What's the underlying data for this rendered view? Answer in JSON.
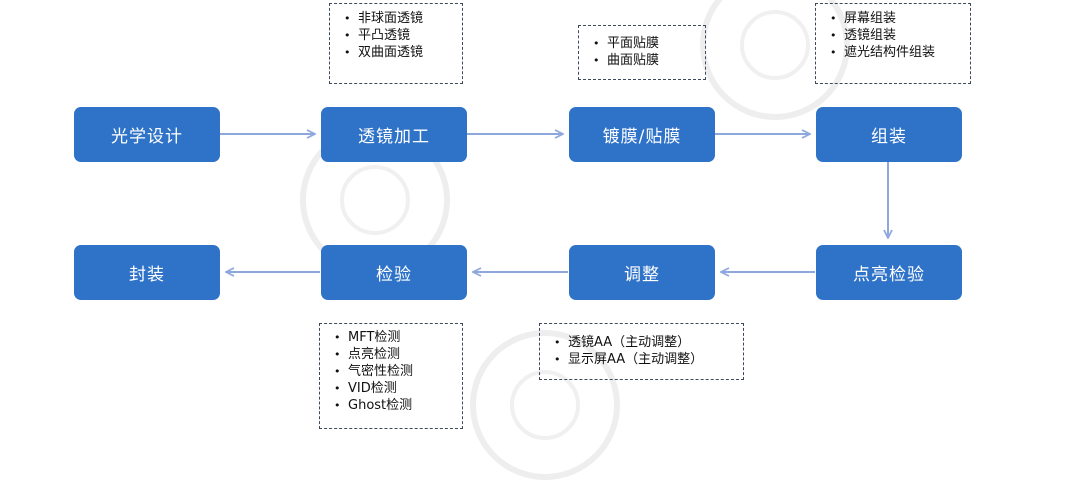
{
  "steps": {
    "optical_design": "光学设计",
    "lens_processing": "透镜加工",
    "coating": "镀膜/贴膜",
    "assembly": "组装",
    "light_test": "点亮检验",
    "adjust": "调整",
    "inspect": "检验",
    "package": "封装"
  },
  "notes": {
    "lens_types": [
      "非球面透镜",
      "平凸透镜",
      "双曲面透镜"
    ],
    "film_types": [
      "平面贴膜",
      "曲面贴膜"
    ],
    "assembly_types": [
      "屏幕组装",
      "透镜组装",
      "遮光结构件组装"
    ],
    "adjust_types": [
      "透镜AA（主动调整）",
      "显示屏AA（主动调整）"
    ],
    "inspect_types": [
      "MFT检测",
      "点亮检测",
      "气密性检测",
      "VID检测",
      "Ghost检测"
    ]
  },
  "colors": {
    "box": "#2f73c9",
    "arrow": "#8ea8de",
    "note_border": "#3d4a5c"
  }
}
